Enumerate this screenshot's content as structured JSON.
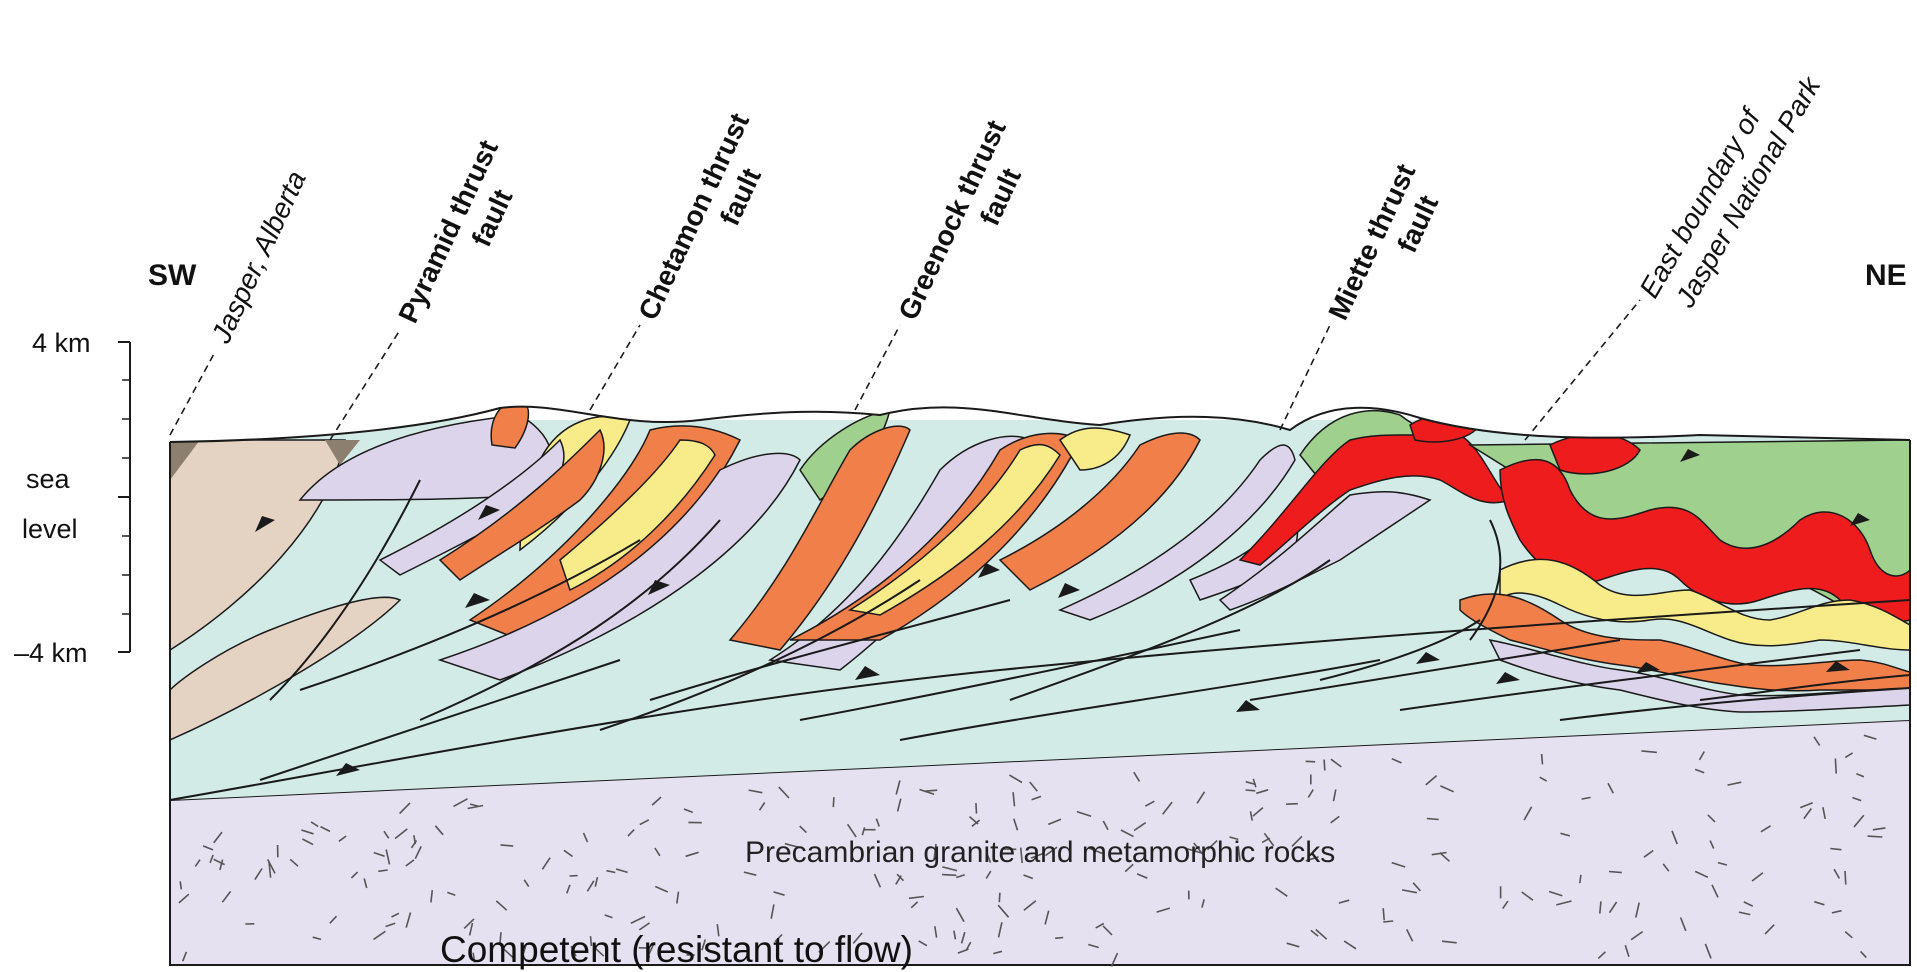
{
  "directions": {
    "southwest": "SW",
    "northeast": "NE"
  },
  "depth_scale": {
    "top": "4 km",
    "middle_line1": "sea",
    "middle_line2": "level",
    "bottom": "–4 km"
  },
  "labels": {
    "jasper": "Jasper, Alberta",
    "pyramid_line1": "Pyramid thrust",
    "pyramid_line2": "fault",
    "chetamon_line1": "Chetamon thrust",
    "chetamon_line2": "fault",
    "greenock_line1": "Greenock thrust",
    "greenock_line2": "fault",
    "miette_line1": "Miette thrust",
    "miette_line2": "fault",
    "boundary_line1": "East boundary of",
    "boundary_line2": "Jasper National Park"
  },
  "basement_label": "Precambrian granite and metamorphic rocks",
  "annotation": "Competent (resistant to flow)",
  "colors": {
    "basement": "#e5e1f0",
    "pale_blue": "#d3ebe6",
    "lavender": "#dcd4ea",
    "orange": "#f07f4a",
    "yellow": "#f8ec8a",
    "green": "#9fd08e",
    "red": "#ee1c1c",
    "tan": "#e4d3c2",
    "dark_brown": "#8d7f70",
    "line": "#1a1a1a"
  }
}
